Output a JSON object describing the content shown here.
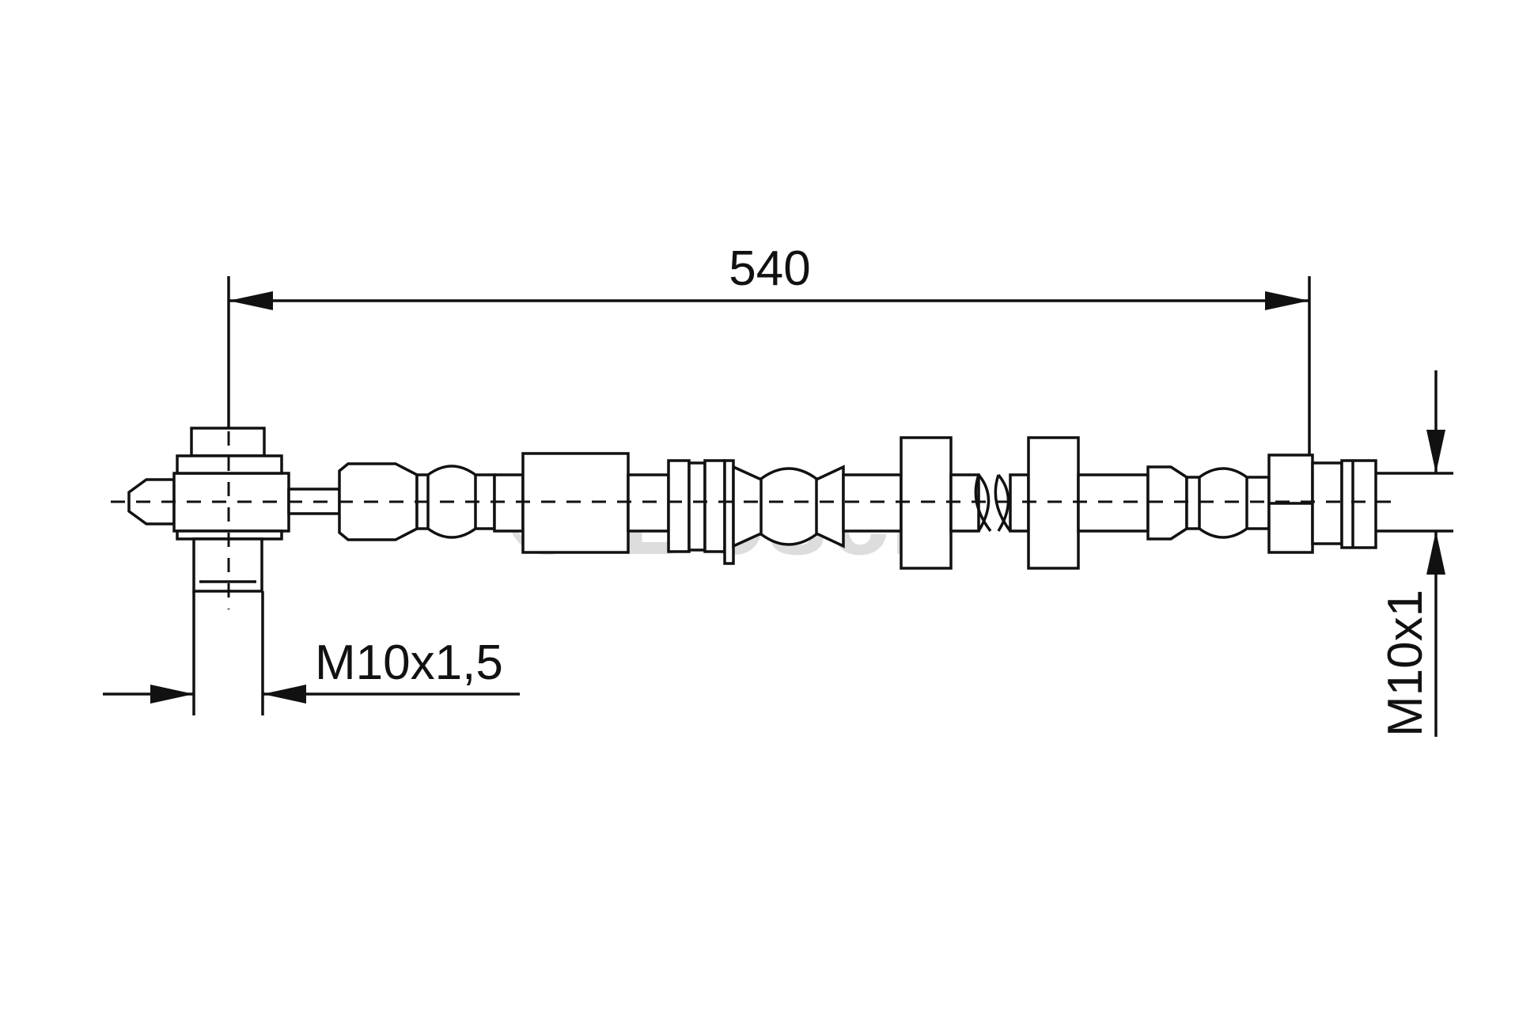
{
  "drawing": {
    "length_dimension": "540",
    "left_thread_label": "M10x1,5",
    "right_thread_label": "M10x1",
    "watermark": "© Bosch"
  },
  "colors": {
    "line": "#111111",
    "background": "#ffffff",
    "watermark": "#dddddd"
  }
}
